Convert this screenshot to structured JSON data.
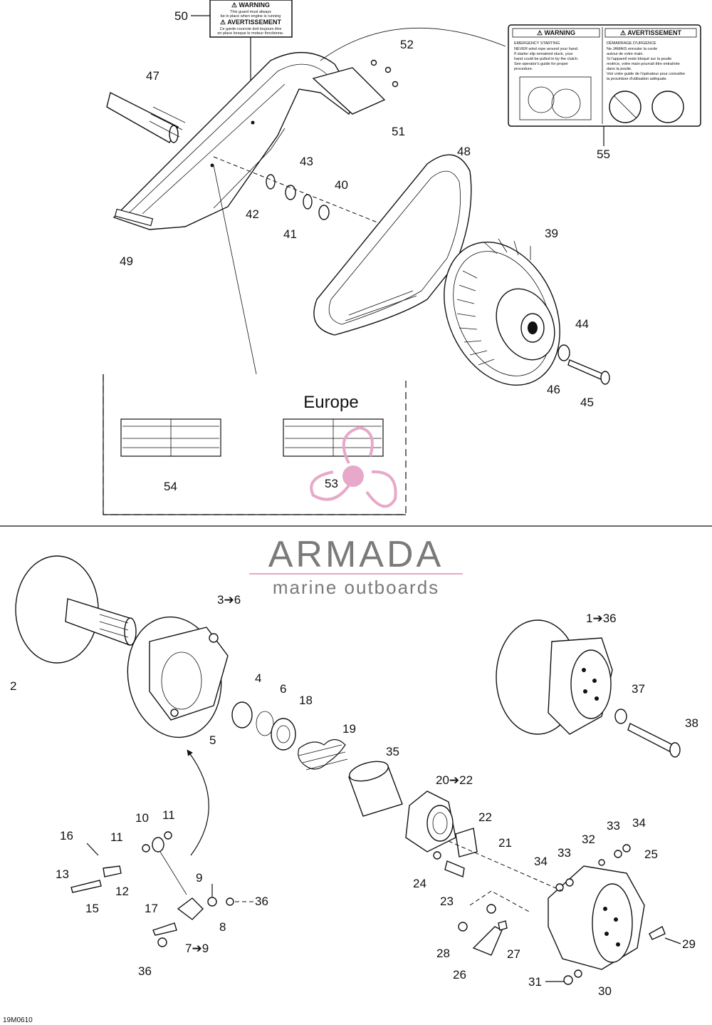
{
  "callouts": {
    "c1_36": "1➔36",
    "c2": "2",
    "c3_6": "3➔6",
    "c4": "4",
    "c5": "5",
    "c6": "6",
    "c7_9": "7➔9",
    "c8": "8",
    "c9": "9",
    "c10": "10",
    "c11a": "11",
    "c11b": "11",
    "c12": "12",
    "c13": "13",
    "c15": "15",
    "c16": "16",
    "c17": "17",
    "c18": "18",
    "c19": "19",
    "c20_22": "20➔22",
    "c21": "21",
    "c22": "22",
    "c23": "23",
    "c24": "24",
    "c25": "25",
    "c26": "26",
    "c27": "27",
    "c28": "28",
    "c29": "29",
    "c30": "30",
    "c31": "31",
    "c32": "32",
    "c33a": "33",
    "c33b": "33",
    "c34a": "34",
    "c34b": "34",
    "c35": "35",
    "c36a": "36",
    "c36b": "36",
    "c37": "37",
    "c38": "38",
    "c39": "39",
    "c40": "40",
    "c41": "41",
    "c42": "42",
    "c43": "43",
    "c44": "44",
    "c45": "45",
    "c46": "46",
    "c47": "47",
    "c48": "48",
    "c49": "49",
    "c50": "50",
    "c51": "51",
    "c52": "52",
    "c53": "53",
    "c54": "54",
    "c55": "55"
  },
  "region_label": "Europe",
  "drawing_code": "19M0610",
  "watermark": {
    "brand": "ARMADA",
    "tagline": "marine outboards",
    "accent_color": "#e7a8c9",
    "text_color": "#7a7a7a"
  },
  "warning_decal": {
    "left_title": "⚠ WARNING",
    "left_subtitle": "EMERGENCY STARTING",
    "left_lines": [
      "NEVER wind rope around your hand.",
      "If starter slip remained stuck, your",
      "hand could be pulled in by the clutch.",
      "See operator's guide for proper",
      "procedure."
    ],
    "right_title": "⚠ AVERTISSEMENT",
    "right_subtitle": "DÉMARRAGE D'URGENCE",
    "right_lines": [
      "Ne JAMAIS enrouler la corde",
      "autour de votre main.",
      "Si l'appareil reste bloqué sur la poulie",
      "motrice, votre main pourrait être entraînée",
      "dans la poulie.",
      "Voir votre guide de l'opérateur pour connaître",
      "la procédure d'utilisation adéquate."
    ]
  },
  "guard_decal": {
    "title": "⚠ WARNING",
    "line1": "This guard must always",
    "line2": "be in place when engine is running",
    "title2": "⚠ AVERTISSEMENT",
    "line3": "Ce garde-courroie doit toujours être",
    "line4": "en place lorsque le moteur fonctionne."
  }
}
